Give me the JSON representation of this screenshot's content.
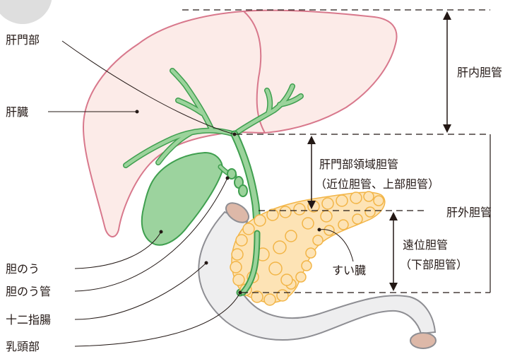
{
  "colors": {
    "liver_fill": "#fcebe8",
    "liver_stroke": "#d8788c",
    "bile_duct": "#9bd39b",
    "bile_duct_stroke": "#3f9f4f",
    "gallbladder": "#9cd39e",
    "pancreas_fill": "#fde3b5",
    "pancreas_stroke": "#f2b547",
    "duodenum_fill": "#eeeeef",
    "duodenum_stroke": "#8e8e93",
    "papilla_fill": "#ddb8a8",
    "badge": "#dedede",
    "text": "#231815"
  },
  "labels": {
    "left": {
      "hilum": "肝門部",
      "liver": "肝臓",
      "gallbladder": "胆のう",
      "cystic_duct": "胆のう管",
      "duodenum": "十二指腸",
      "papilla": "乳頭部"
    },
    "right": {
      "intrahepatic": "肝内胆管",
      "perihilar": "肝門部領域胆管",
      "perihilar_sub": "（近位胆管、上部胆管）",
      "extrahepatic": "肝外胆管",
      "distal": "遠位胆管",
      "distal_sub": "（下部胆管）"
    },
    "pancreas": "すい臓"
  }
}
